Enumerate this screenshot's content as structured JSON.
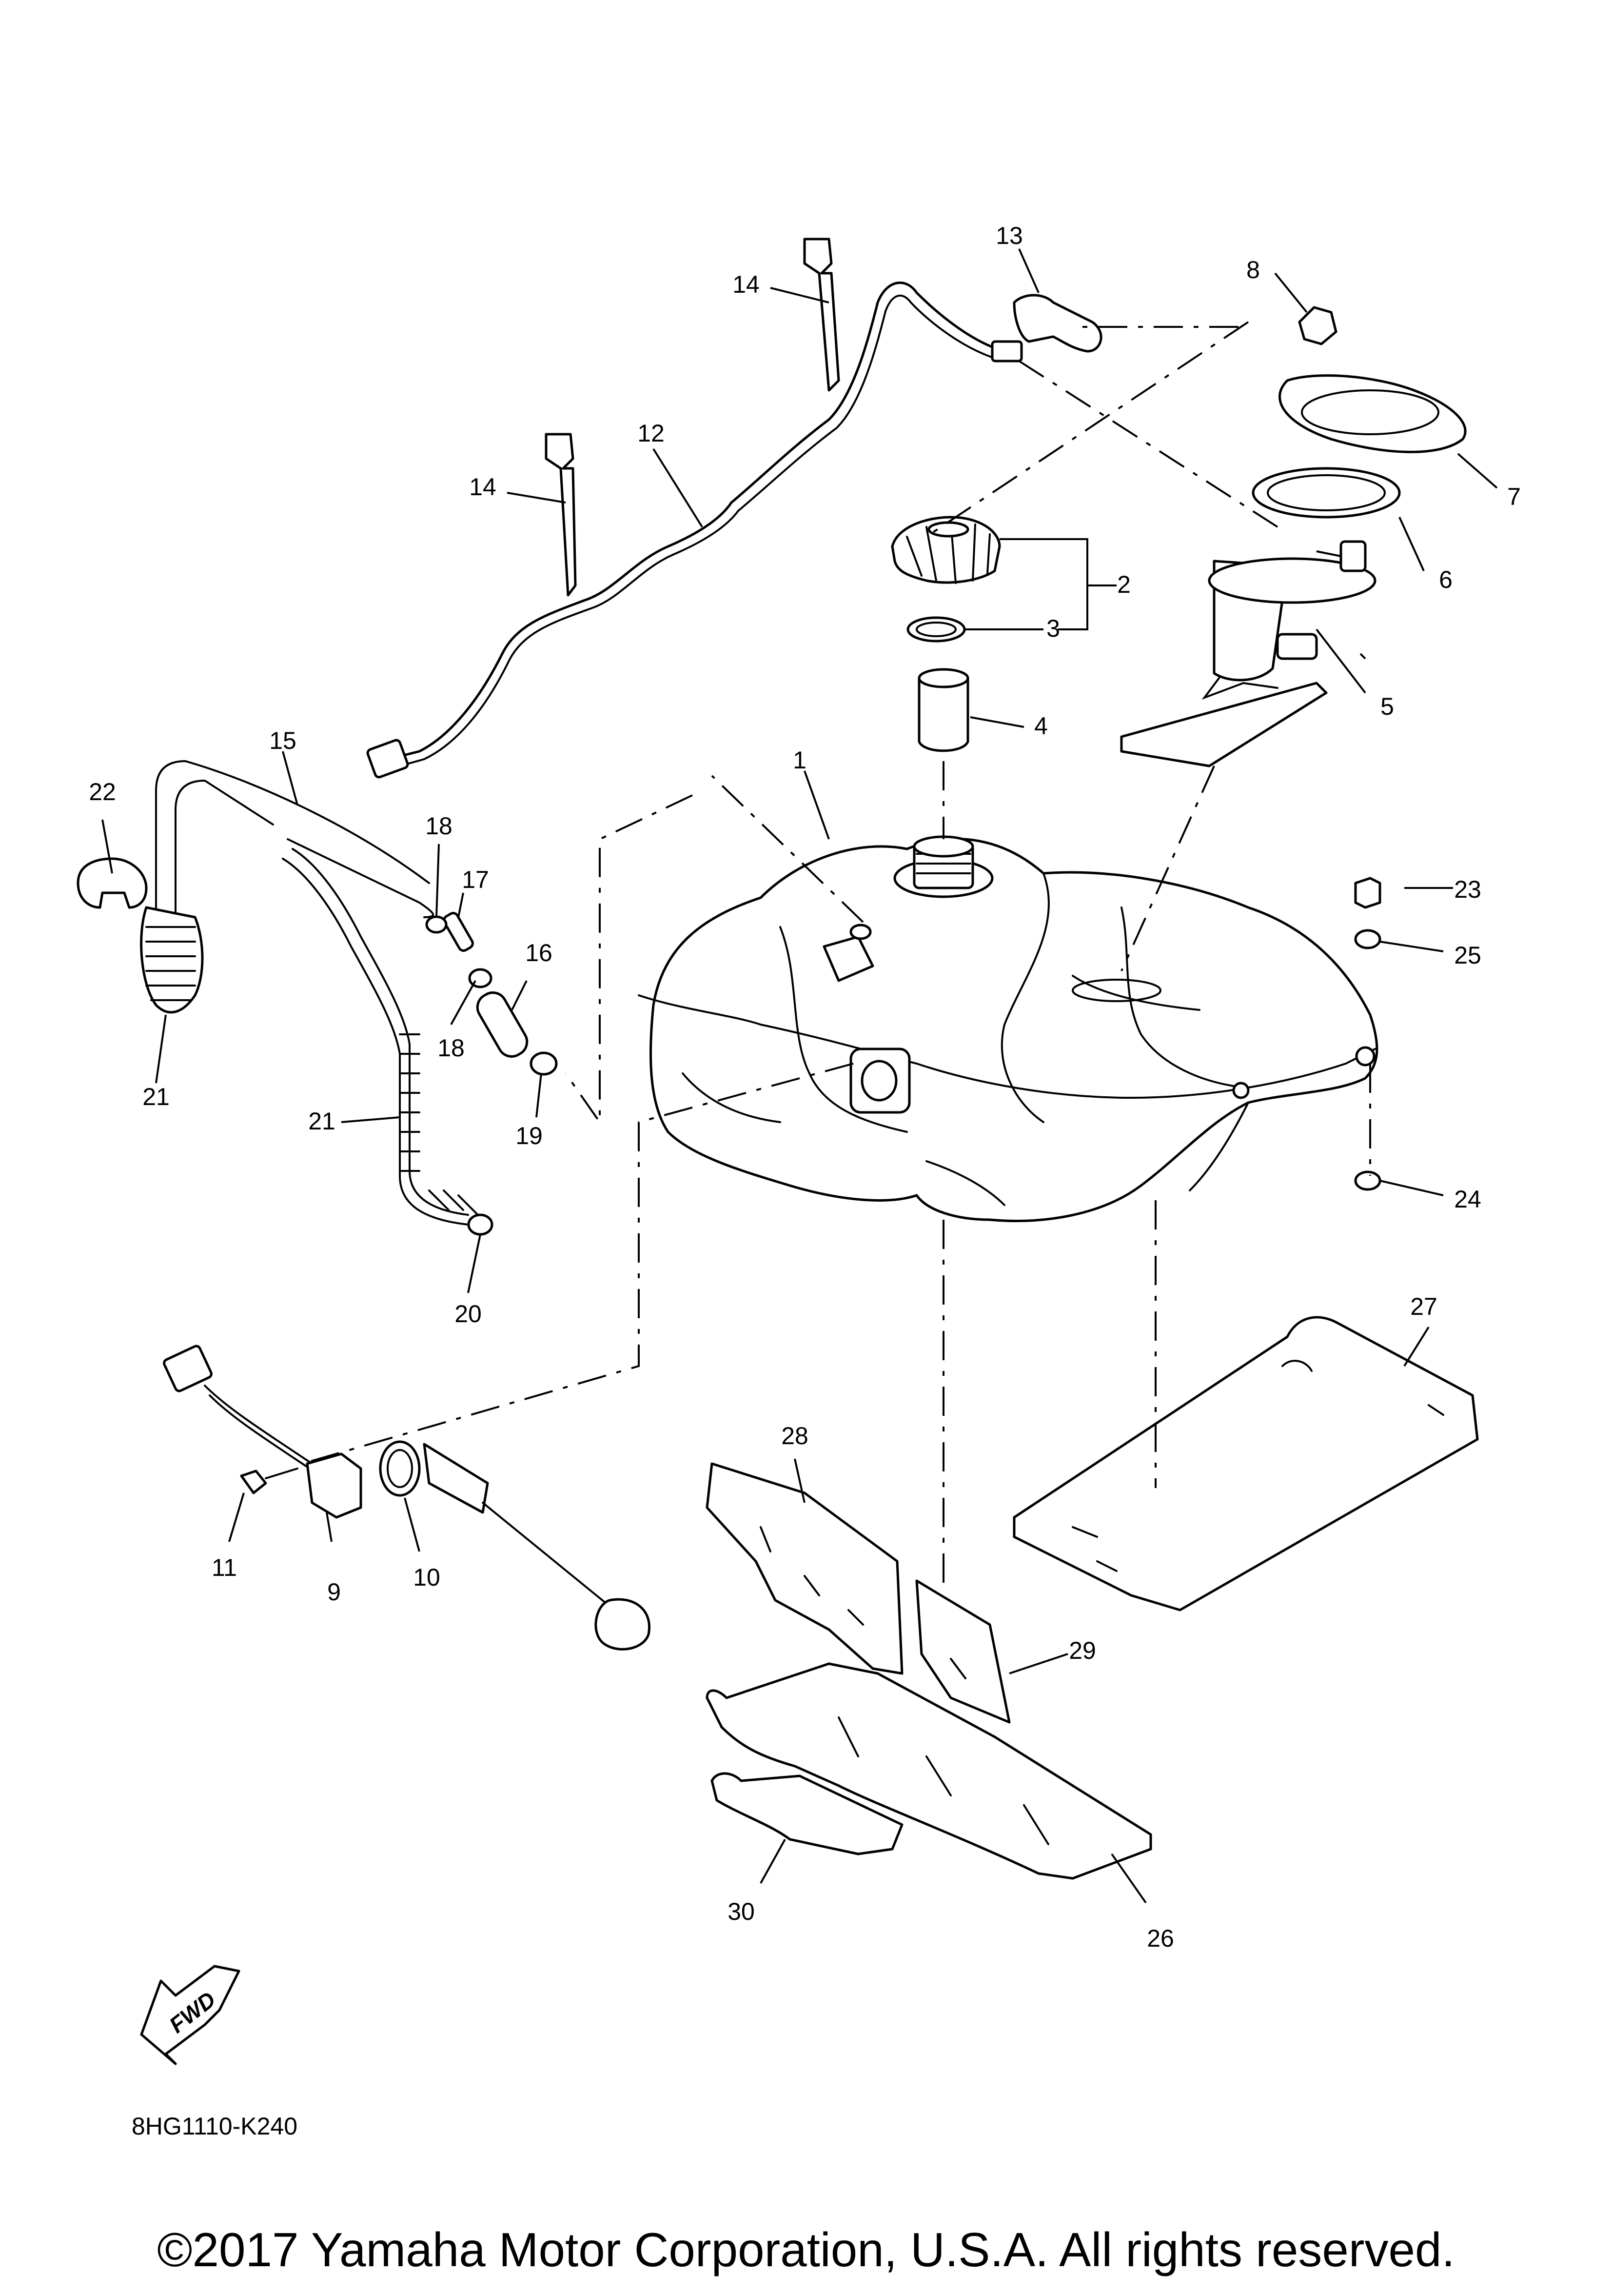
{
  "callouts": [
    "1",
    "2",
    "3",
    "4",
    "5",
    "6",
    "7",
    "8",
    "9",
    "10",
    "11",
    "12",
    "13",
    "14",
    "14",
    "15",
    "16",
    "17",
    "18",
    "18",
    "19",
    "20",
    "21",
    "21",
    "22",
    "23",
    "24",
    "25",
    "26",
    "27",
    "28",
    "29",
    "30"
  ],
  "fwd_label": "FWD",
  "diagram_code": "8HG1110-K240",
  "copyright": "©2017 Yamaha Motor Corporation, U.S.A. All rights reserved.",
  "colors": {
    "line": "#000000",
    "background": "#ffffff"
  }
}
